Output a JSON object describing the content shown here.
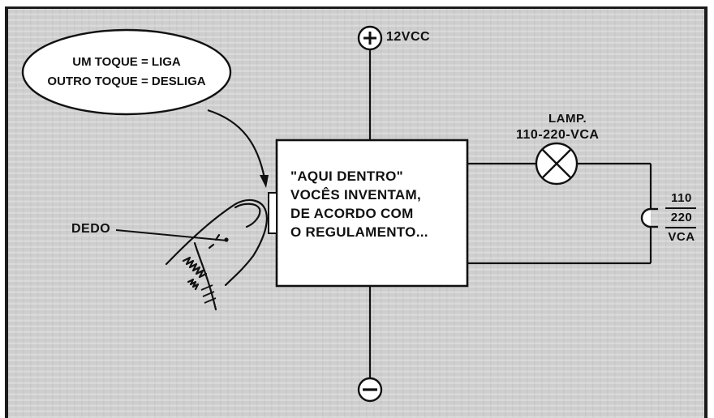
{
  "callout": {
    "line1": "UM TOQUE = LIGA",
    "line2": "OUTRO TOQUE = DESLIGA"
  },
  "supply": {
    "positive_label": "12VCC",
    "positive_symbol": "+",
    "negative_symbol": "−"
  },
  "box": {
    "line1": "\"AQUI DENTRO\"",
    "line2": "VOCÊS INVENTAM,",
    "line3": "DE ACORDO COM",
    "line4": "O REGULAMENTO..."
  },
  "lamp": {
    "label_line1": "LAMP.",
    "label_line2": "110-220-VCA"
  },
  "mains": {
    "top": "110",
    "middle": "220",
    "bottom": "VCA"
  },
  "finger": {
    "label": "DEDO"
  },
  "colors": {
    "background": "#cfcfcf",
    "ink": "#111111",
    "box_fill": "#ffffff"
  }
}
